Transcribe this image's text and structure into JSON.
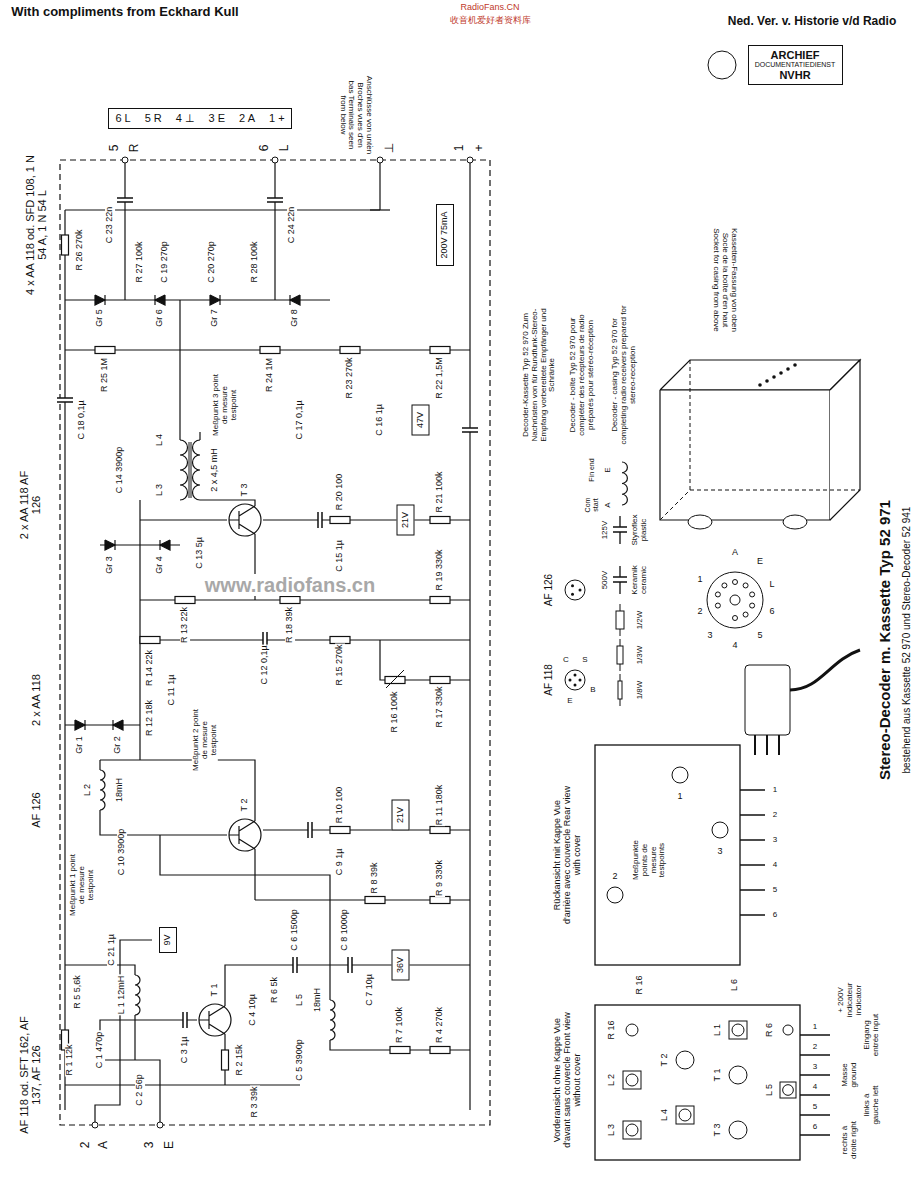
{
  "diagram": {
    "title": "Stereo-Decoder m. Kassette Typ 52 971",
    "caption": "bestehend aus Kassette 52 970 und Stereo-Decoder 52 941",
    "nodes": [
      {
        "text": [
          "6 L",
          "5 R",
          "4 ⊥",
          "3 E",
          "2 A",
          "1 +"
        ]
      },
      {
        "text": [
          "ARCHIEF",
          "DOCUMENTATIEDIENST",
          "NVHR"
        ]
      },
      {
        "text": [
          "200V 75mA"
        ]
      },
      {
        "text": [
          "47V"
        ]
      },
      {
        "text": [
          "21V"
        ]
      },
      {
        "text": [
          "21V"
        ]
      },
      {
        "text": [
          "36V"
        ]
      },
      {
        "text": [
          "9V"
        ]
      }
    ],
    "labels": [
      "With compliments from Eckhard Kull",
      "RadioFans.CN",
      "收音机爱好者资料库",
      "Ned. Ver. v. Historie v/d Radio",
      "www.radiofans.cn",
      "4 x AA 118 od. SFD 108, 1 N 54 A, 1 N 54 L",
      "2 x AA 118 AF 126",
      "2 x AA 118",
      "AF 126",
      "AF 118 od. SFT 162, AF 137, AF 126",
      "5",
      "R",
      "6",
      "L",
      "4",
      "⊥",
      "1",
      "+",
      "2",
      "A",
      "3",
      "E",
      "R 26 270k",
      "C 23 22n",
      "R 27 100k",
      "C 19 270p",
      "C 20 270p",
      "R 28 100k",
      "C 24 22n",
      "Gr 5",
      "Gr 6",
      "Gr 7",
      "Gr 8",
      "R 25 1M",
      "R 24 1M",
      "R 23 270k",
      "R 22 1,5M",
      "C 18 0,1µ",
      "Meßpunkt 3 point de mesure testpoint",
      "C 17 0,1µ",
      "C 16 1µ",
      "L 4",
      "L 3",
      "2 x 4,5 mH",
      "C 14 3900p",
      "Gr 3",
      "Gr 4",
      "C 13 5µ",
      "T 3",
      "R 20 100",
      "R 21 100k",
      "C 15 1µ",
      "R 13 22k",
      "R 18 39k",
      "R 19 330k",
      "C 12 0,1µ",
      "R 14 22k",
      "R 15 270k",
      "R 16 100k",
      "R 17 330k",
      "R 12 18k",
      "C 11 1µ",
      "Meßpunkt 2 point de mesure testpoint",
      "Gr 1",
      "Gr 2",
      "L 2",
      "18mH",
      "C 10 3900p",
      "T 2",
      "R 10 100",
      "R 11 180k",
      "C 9 1µ",
      "Meßpunkt 1 point de mesure testpoint",
      "C 21 1µ",
      "R 5 5,6k",
      "R 8 39k",
      "R 9 330k",
      "C 6 1500p",
      "C 8 1000p",
      "R 6 5k",
      "L 5",
      "18mH",
      "C 7 10µ",
      "C 4 10µ",
      "C 5 3900p",
      "R 7 100k",
      "R 4 270k",
      "T 1",
      "L 1 12mH",
      "C 1 470p",
      "C 2 56p",
      "C 3 1µ",
      "R 1 12k",
      "R 2 15k",
      "R 3 39k",
      "AF 126",
      "AF 118",
      "C",
      "S",
      "B",
      "E",
      "1/2W",
      "1/3W",
      "1/8W",
      "500V",
      "Keramik ceramic",
      "125V",
      "Styroflex plastic",
      "A",
      "Com start",
      "E",
      "Fin end",
      "Decoder-Kassette Typ 52 970 Zum Nachrüsten von für Rundfunk-Stereo-Empfang vorbereitete Empfänger und Schränke",
      "Decoder - boîte Typ 52 970 pour compléter des récepteurs de radio préparés pour stéréo-réception",
      "Decoder - casing Typ 52 970 for completing radio receivers prepared for stereo-reception",
      "Kassetten-Fassung von oben Socle de la boîte d'en haut Socket for casing from above",
      "1",
      "2",
      "3",
      "4",
      "5",
      "6",
      "L",
      "E",
      "A",
      "Rückansicht mit Kappe Vue d'arrière avec couvercle Rear view with cover",
      "Meßpunkte points de mesure testpoints",
      "1",
      "2",
      "3",
      "1",
      "2",
      "3",
      "4",
      "5",
      "6",
      "R 16",
      "L 6",
      "Vorderansicht ohne Kappe Vue d'avant sans couvercle Front view without cover",
      "R 16",
      "L 2",
      "L 3",
      "T 2",
      "L 4",
      "L 1",
      "T 1",
      "T 3",
      "R 6",
      "L 5",
      "1",
      "2",
      "3",
      "4",
      "5",
      "6",
      "+ 200V indicateur indicator",
      "Eingang entrée input",
      "Masse ground",
      "links à gauche left",
      "rechts à droite right",
      "Anschlüsse von unten Broches vues d'en bas Terminals seen from below"
    ]
  }
}
